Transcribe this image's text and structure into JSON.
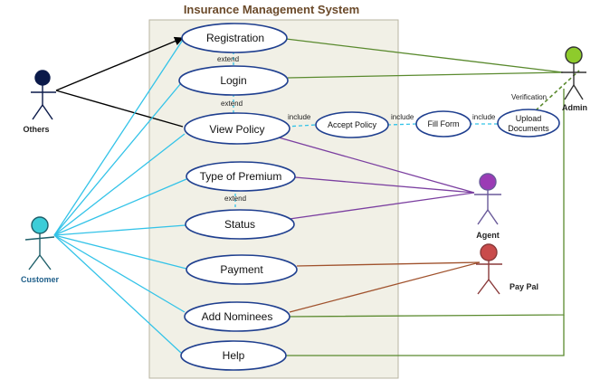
{
  "title": "Insurance Management System",
  "use_cases": {
    "registration": "Registration",
    "login": "Login",
    "view_policy": "View Policy",
    "type_of_premium": "Type of Premium",
    "status": "Status",
    "payment": "Payment",
    "add_nominees": "Add Nominees",
    "help": "Help",
    "accept_policy": "Accept Policy",
    "fill_form": "Fill Form",
    "upload_documents_line1": "Upload",
    "upload_documents_line2": "Documents"
  },
  "relations": {
    "extend_1": "extend",
    "extend_2": "extend",
    "extend_3": "extend",
    "include_1": "include",
    "include_2": "include",
    "include_3": "include",
    "verification": "Verification"
  },
  "actors": {
    "others": "Others",
    "customer": "Customer",
    "admin": "Admin",
    "agent": "Agent",
    "paypal": "Pay Pal"
  },
  "colors": {
    "system_fill": "#f1f0e6",
    "system_border": "#b8b4a2",
    "usecase_border": "#1f3f8f",
    "customer_line": "#33c3e8",
    "others_line": "#000000",
    "admin_line": "#5a8a2e",
    "agent_line": "#7b3fa0",
    "paypal_line": "#a0522d",
    "include_line": "#33c3e8",
    "others_actor": "#0b1a4a",
    "customer_actor": "#3ccdd8",
    "admin_actor": "#8ecb2c",
    "agent_actor": "#9b3bb5",
    "paypal_actor": "#c94b4b"
  }
}
